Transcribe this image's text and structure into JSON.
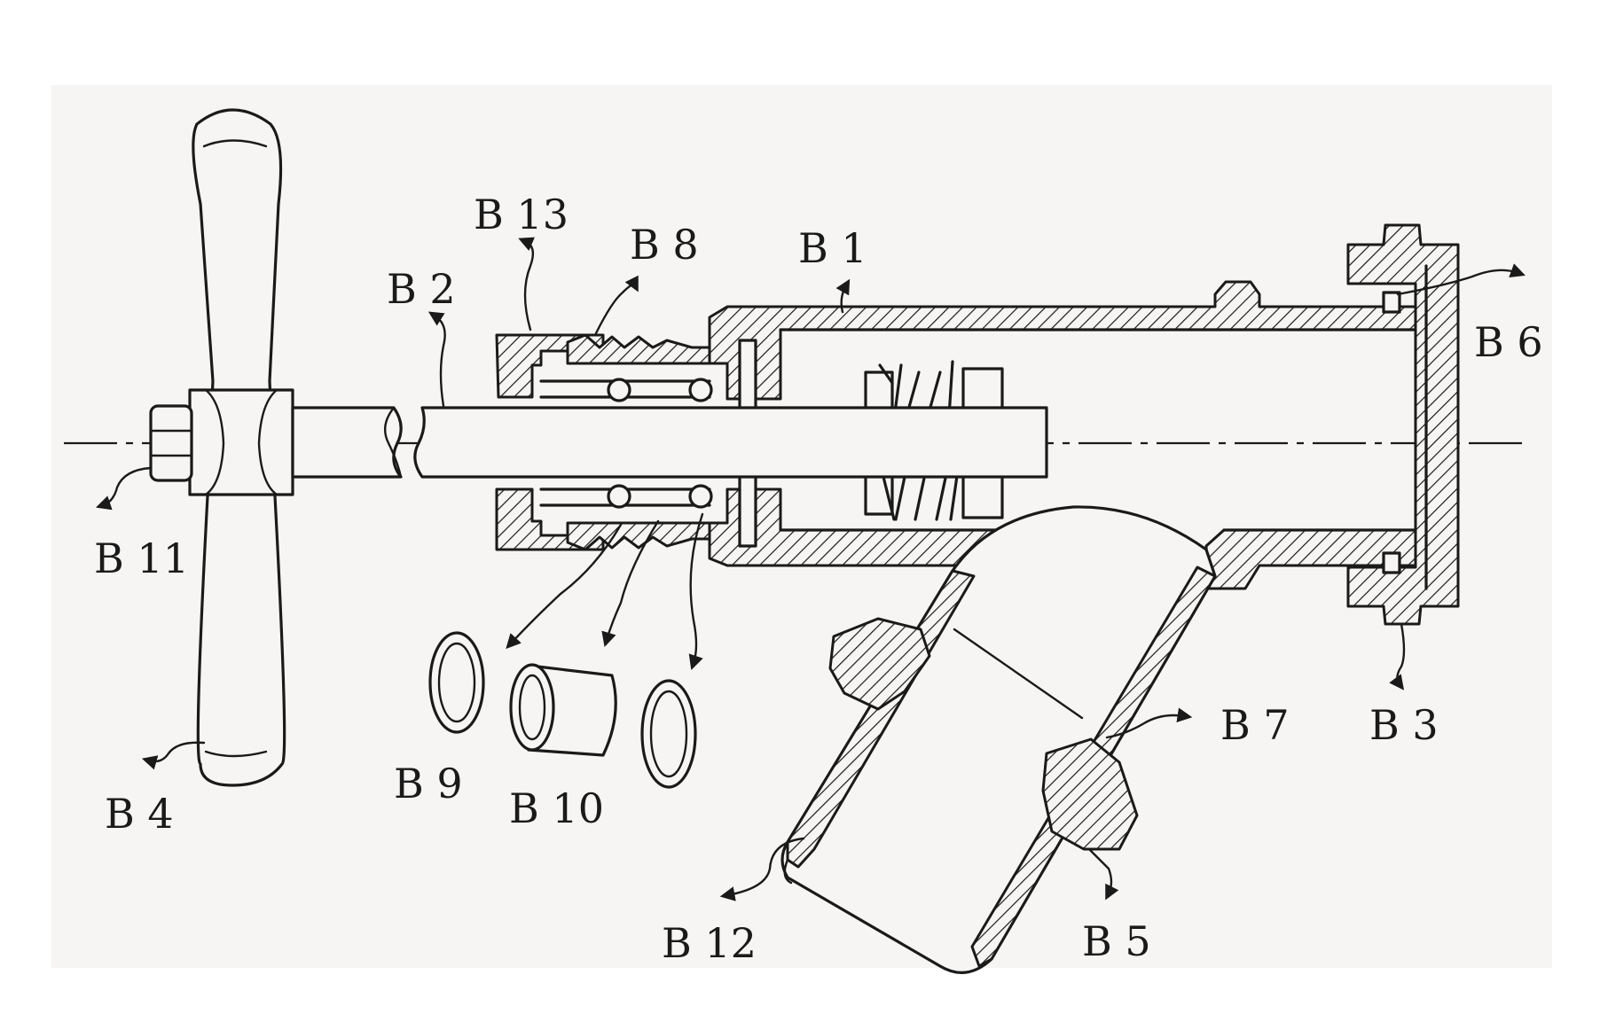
{
  "labels": {
    "b1": "B 1",
    "b2": "B 2",
    "b3": "B 3",
    "b4": "B 4",
    "b5": "B 5",
    "b6": "B 6",
    "b7": "B 7",
    "b8": "B 8",
    "b9": "B 9",
    "b10": "B 10",
    "b11": "B 11",
    "b12": "B 12",
    "b13": "B 13"
  },
  "colors": {
    "ink": "#1a1a1a",
    "paper": "#f6f5f3",
    "background": "#ffffff"
  }
}
